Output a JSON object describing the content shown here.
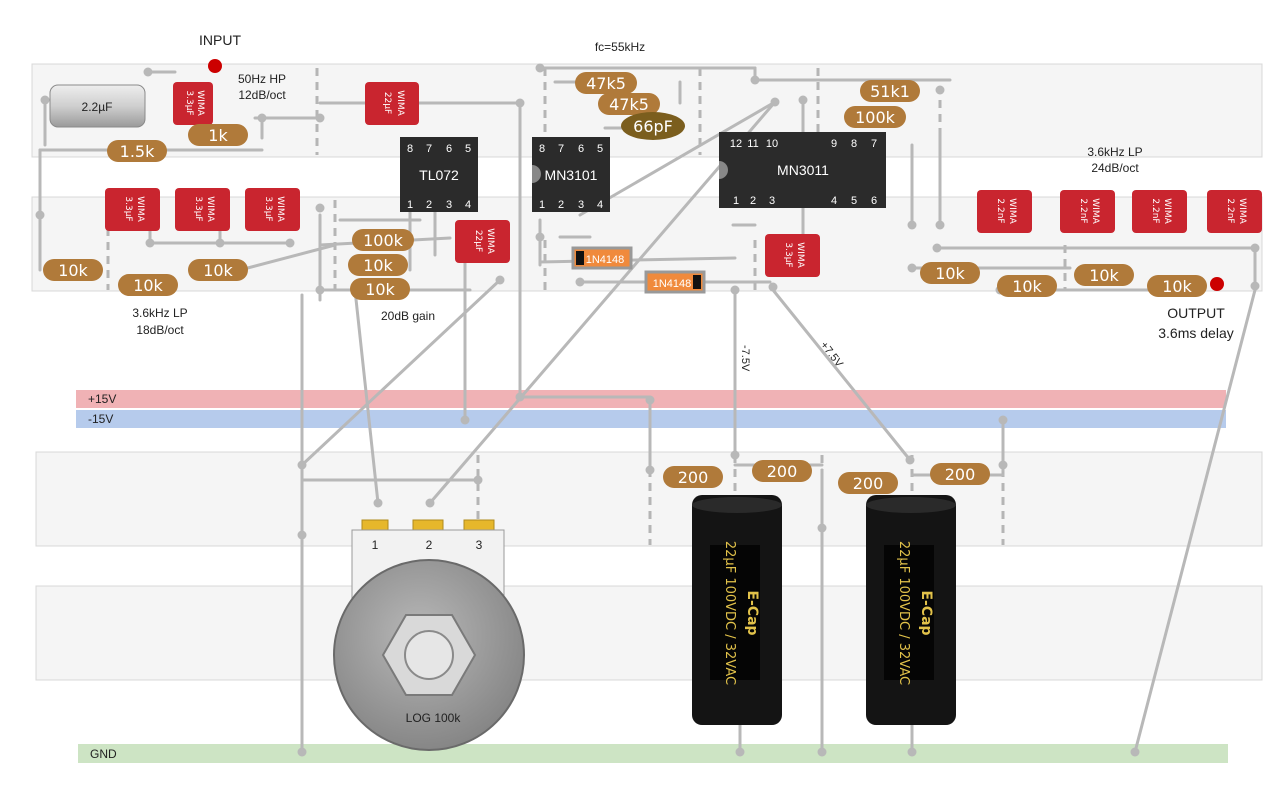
{
  "labels": {
    "input": "INPUT",
    "hp": "50Hz HP",
    "hp_order": "12dB/oct",
    "fc": "fc=55kHz",
    "lp_in": "3.6kHz LP",
    "lp_in_order": "18dB/oct",
    "gain": "20dB gain",
    "lp_out": "3.6kHz LP",
    "lp_out_order": "24dB/oct",
    "output": "OUTPUT",
    "delay": "3.6ms delay",
    "neg_bias": "-7.5V",
    "pos_bias": "+7.5V",
    "pot_label": "LOG 100k"
  },
  "rails": {
    "pos": "+15V",
    "neg": "-15V",
    "gnd": "GND"
  },
  "resistors": {
    "r1k5": "1.5k",
    "r1k": "1k",
    "r10k_a": "10k",
    "r10k_b": "10k",
    "r10k_c": "10k",
    "r100k": "100k",
    "r10k_d": "10k",
    "r10k_e": "10k",
    "r47k5_a": "47k5",
    "r47k5_b": "47k5",
    "r51k1": "51k1",
    "r100k_b": "100k",
    "r10k_f": "10k",
    "r10k_g": "10k",
    "r10k_h": "10k",
    "r10k_i": "10k",
    "r200_a": "200",
    "r200_b": "200",
    "r200_c": "200",
    "r200_d": "200"
  },
  "capacitors": {
    "c22u_film": "2.2µF",
    "c66p": "66pF",
    "wima_brand": "WIMA",
    "wima_3u3": "3.3µF",
    "wima_22u": "22µF",
    "wima_2n2": "2.2nF",
    "ecap_rating": "22µF 100VDC / 32VAC",
    "ecap_brand": "E-Cap"
  },
  "ics": {
    "tl072": {
      "name": "TL072",
      "top_pins": [
        "8",
        "7",
        "6",
        "5"
      ],
      "bottom_pins": [
        "1",
        "2",
        "3",
        "4"
      ]
    },
    "mn3101": {
      "name": "MN3101",
      "top_pins": [
        "8",
        "7",
        "6",
        "5"
      ],
      "bottom_pins": [
        "1",
        "2",
        "3",
        "4"
      ]
    },
    "mn3011": {
      "name": "MN3011",
      "top_pins": [
        "12",
        "11",
        "10",
        "9",
        "8",
        "7"
      ],
      "bottom_pins": [
        "1",
        "2",
        "3",
        "4",
        "5",
        "6"
      ]
    }
  },
  "diodes": {
    "d1": "1N4148",
    "d2": "1N4148"
  },
  "pot": {
    "pins": [
      "1",
      "2",
      "3"
    ]
  },
  "colors": {
    "stripboard": "#f5f5f5",
    "wire": "#b8b8b8",
    "resistor": "#b07a3a",
    "wima": "#c9252f",
    "ic": "#2b2b2b",
    "rail_pos": "#f0b2b5",
    "rail_neg": "#b6cbec",
    "rail_gnd": "#cde4c4",
    "signal_dot": "#cc0000",
    "ecap": "#141414",
    "ecap_text": "#e2c24a"
  }
}
